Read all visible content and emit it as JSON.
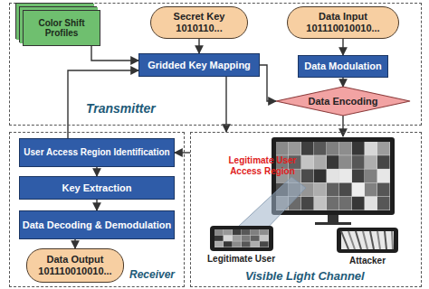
{
  "diagram": {
    "nodes": [
      {
        "text": [
          "Transmitter"
        ]
      },
      {
        "text": [
          "Color Shift Profiles"
        ],
        "in": 0
      },
      {
        "text": [
          "Secret Key",
          "1010110..."
        ],
        "in": 0
      },
      {
        "text": [
          "Data Input",
          "101110010010..."
        ],
        "in": 0
      },
      {
        "text": [
          "Gridded Key Mapping"
        ],
        "in": 0
      },
      {
        "text": [
          "Data Modulation"
        ],
        "in": 0
      },
      {
        "text": [
          "Data Encoding"
        ],
        "in": 0
      },
      {
        "text": [
          "Receiver"
        ]
      },
      {
        "text": [
          "User Access Region Identification"
        ],
        "in": 7
      },
      {
        "text": [
          "Key Extraction"
        ],
        "in": 7
      },
      {
        "text": [
          "Data Decoding & Demodulation"
        ],
        "in": 7
      },
      {
        "text": [
          "Data Output",
          "101110010010..."
        ],
        "in": 7
      },
      {
        "text": [
          "Visible Light Channel"
        ]
      }
    ],
    "edges": [
      {
        "from": 1,
        "to": 4,
        "arrow": "to"
      },
      {
        "from": 2,
        "to": 4,
        "arrow": "to"
      },
      {
        "from": 3,
        "to": 5,
        "arrow": "to"
      },
      {
        "from": 5,
        "to": 6,
        "arrow": "to"
      },
      {
        "from": 4,
        "to": 6,
        "arrow": "to"
      },
      {
        "from": 4,
        "to": 12,
        "arrow": "to"
      },
      {
        "from": 6,
        "to": 12,
        "arrow": "to"
      },
      {
        "from": 12,
        "to": 8,
        "arrow": "to"
      },
      {
        "from": 8,
        "to": 4,
        "arrow": "to"
      },
      {
        "from": 8,
        "to": 9,
        "arrow": "to"
      },
      {
        "from": 9,
        "to": 10,
        "arrow": "to"
      },
      {
        "from": 10,
        "to": 11,
        "arrow": "to"
      }
    ],
    "labels": [
      "Legitimate User Access Region",
      "Legitimate User",
      "Attacker"
    ]
  }
}
